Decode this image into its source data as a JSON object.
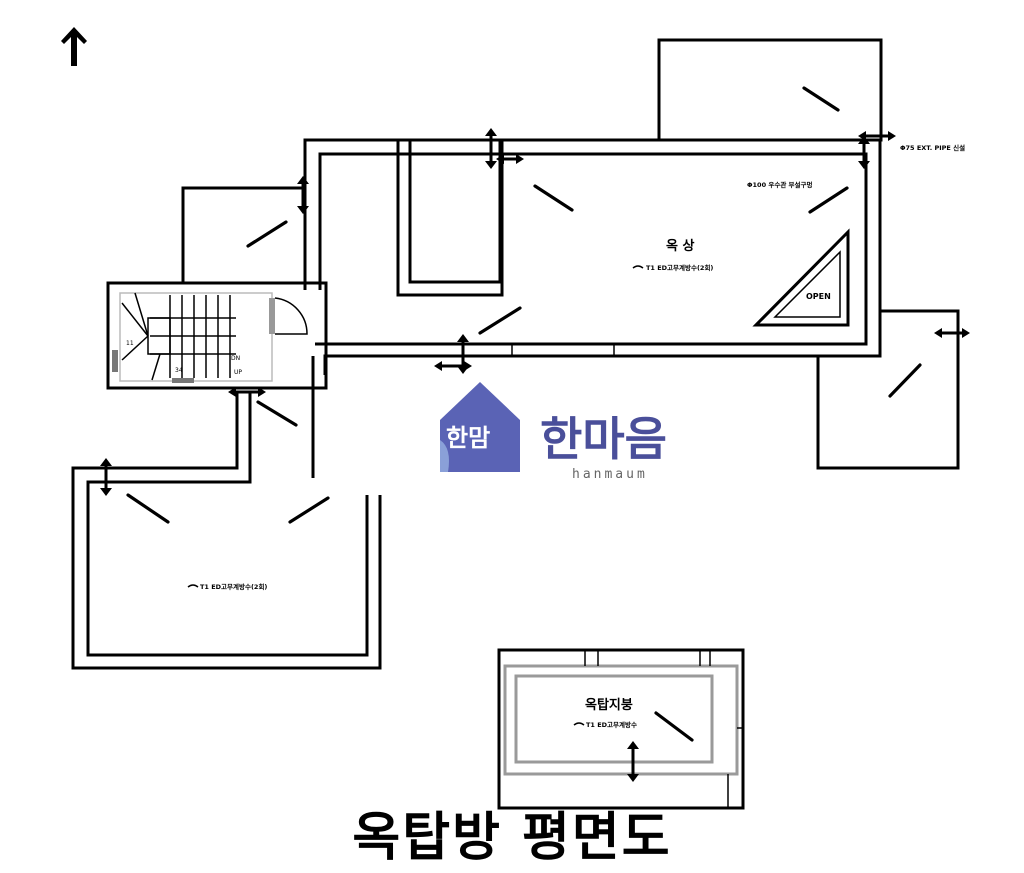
{
  "title": "옥탑방 평면도",
  "labels": {
    "rooftop": "옥 상",
    "penthouse_roof": "옥탑지붕",
    "open": "OPEN",
    "main_note": "T1 ED고무계방수(2회)",
    "lower_note": "T1 ED고무계방수(2회)",
    "penthouse_note": "T1 ED고무계방수",
    "pipe_note": "Φ75 EXT. PIPE 신설",
    "drain_note": "Φ100 우수관 부설구멍",
    "stair_up": "UP",
    "stair_dn": "DN"
  },
  "watermark": {
    "text": "한마음",
    "sub": "hanmaum",
    "color": "#4a4f9a",
    "badge_colors": [
      "#5a63b5",
      "#4a4f9a"
    ],
    "logo_text": "한맘"
  },
  "icons": [
    "north-arrow-icon",
    "slope-arrow-icon",
    "drain-icon"
  ]
}
